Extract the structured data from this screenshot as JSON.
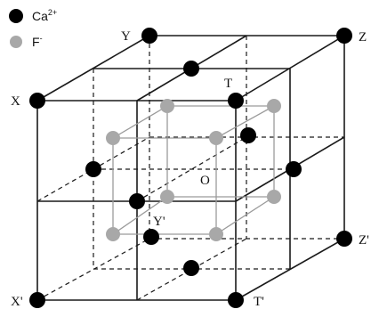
{
  "legend": {
    "ca": {
      "ion": "Ca",
      "charge": "2+",
      "color": "#000000"
    },
    "f": {
      "ion": "F",
      "charge": "-",
      "color": "#a8a8a8"
    }
  },
  "labels": {
    "y": "Y",
    "z": "Z",
    "x": "X",
    "t": "T",
    "o": "O",
    "y_prime": "Y'",
    "z_prime": "Z'",
    "x_prime": "X'",
    "t_prime": "T'"
  },
  "colors": {
    "line": "#1a1a1a",
    "inner_line": "#9a9a9a",
    "ca_ion": "#000000",
    "f_ion": "#a8a8a8"
  }
}
